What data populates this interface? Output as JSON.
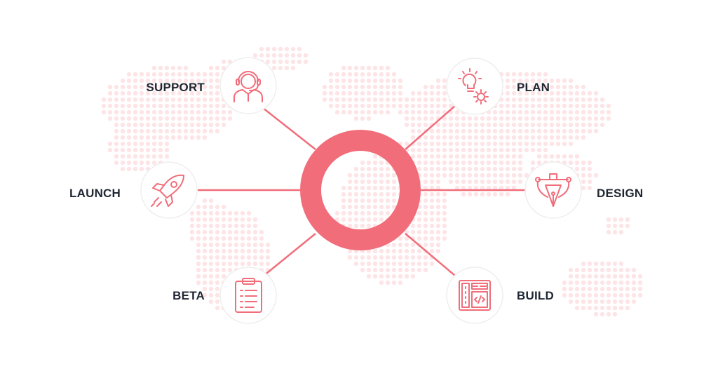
{
  "diagram": {
    "accent_color": "#f16d7a",
    "map_dot_color": "#fde4e6",
    "icon_circle_border": "#eeeeee",
    "steps": [
      {
        "id": "support",
        "label": "SUPPORT",
        "icon": "headset-agent-icon"
      },
      {
        "id": "plan",
        "label": "PLAN",
        "icon": "lightbulb-gear-icon"
      },
      {
        "id": "launch",
        "label": "LAUNCH",
        "icon": "rocket-icon"
      },
      {
        "id": "design",
        "label": "DESIGN",
        "icon": "pen-tool-icon"
      },
      {
        "id": "beta",
        "label": "BETA",
        "icon": "clipboard-checklist-icon"
      },
      {
        "id": "build",
        "label": "BUILD",
        "icon": "code-layout-icon"
      }
    ]
  }
}
